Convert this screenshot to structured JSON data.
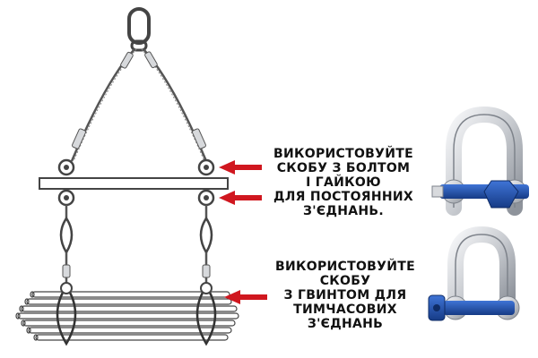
{
  "captions": {
    "bolt_shackle": {
      "lines": [
        "ВИКОРИСТОВУЙТЕ",
        "СКОБУ З БОЛТОМ",
        "І ГАЙКОЮ",
        "ДЛЯ ПОСТОЯННИХ",
        "З'ЄДНАНЬ."
      ]
    },
    "screw_shackle": {
      "lines": [
        "ВИКОРИСТОВУЙТЕ",
        "СКОБУ",
        "З ГВИНТОМ ДЛЯ",
        "ТИМЧАСОВИХ",
        "З'ЄДНАНЬ"
      ]
    }
  },
  "colors": {
    "arrow": "#d0171f",
    "shackle_pin": "#1f4fa8",
    "shackle_body": "#c9ccd1",
    "rope": "#555555"
  },
  "icons": [
    "master-link",
    "wire-rope-sling",
    "spreader-beam",
    "thimble-eye",
    "pipe-bundle",
    "bolt-type-shackle",
    "screw-pin-shackle",
    "arrow-left"
  ]
}
